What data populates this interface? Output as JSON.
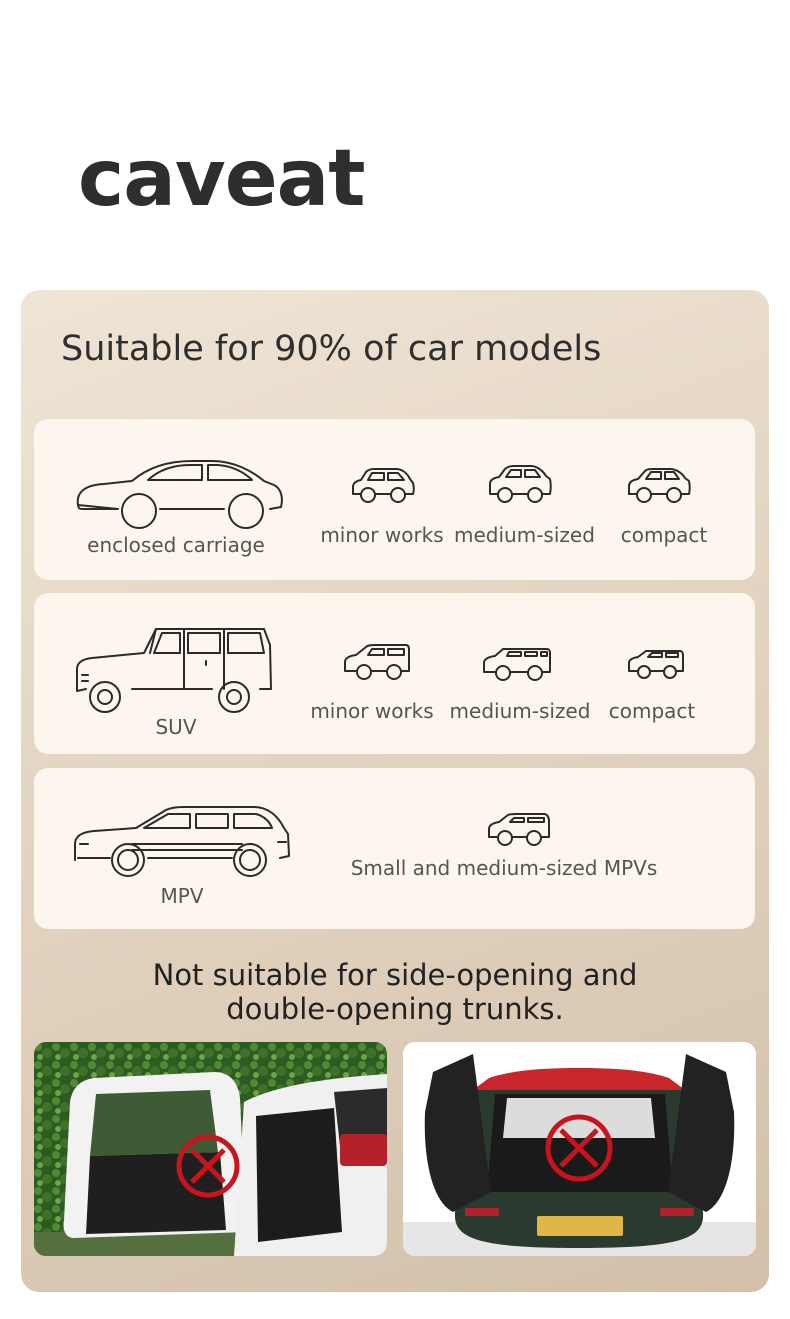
{
  "title": "caveat",
  "subtitle": "Suitable for 90% of car models",
  "rows": [
    {
      "main": {
        "label": "enclosed carriage",
        "icon": "sedan-icon"
      },
      "sizes": [
        "minor works",
        "medium-sized",
        "compact"
      ]
    },
    {
      "main": {
        "label": "SUV",
        "icon": "suv-icon"
      },
      "sizes": [
        "minor works",
        "medium-sized",
        "compact"
      ]
    },
    {
      "main": {
        "label": "MPV",
        "icon": "mpv-icon"
      },
      "sizes": [
        "Small and medium-sized MPVs"
      ]
    }
  ],
  "note": {
    "line1": "Not suitable for side-opening and",
    "line2": "double-opening trunks."
  },
  "colors": {
    "panel": "#e3d4c1",
    "card": "#fcf6ee",
    "text": "#2e2e2e",
    "prohibit": "#c8141e"
  }
}
